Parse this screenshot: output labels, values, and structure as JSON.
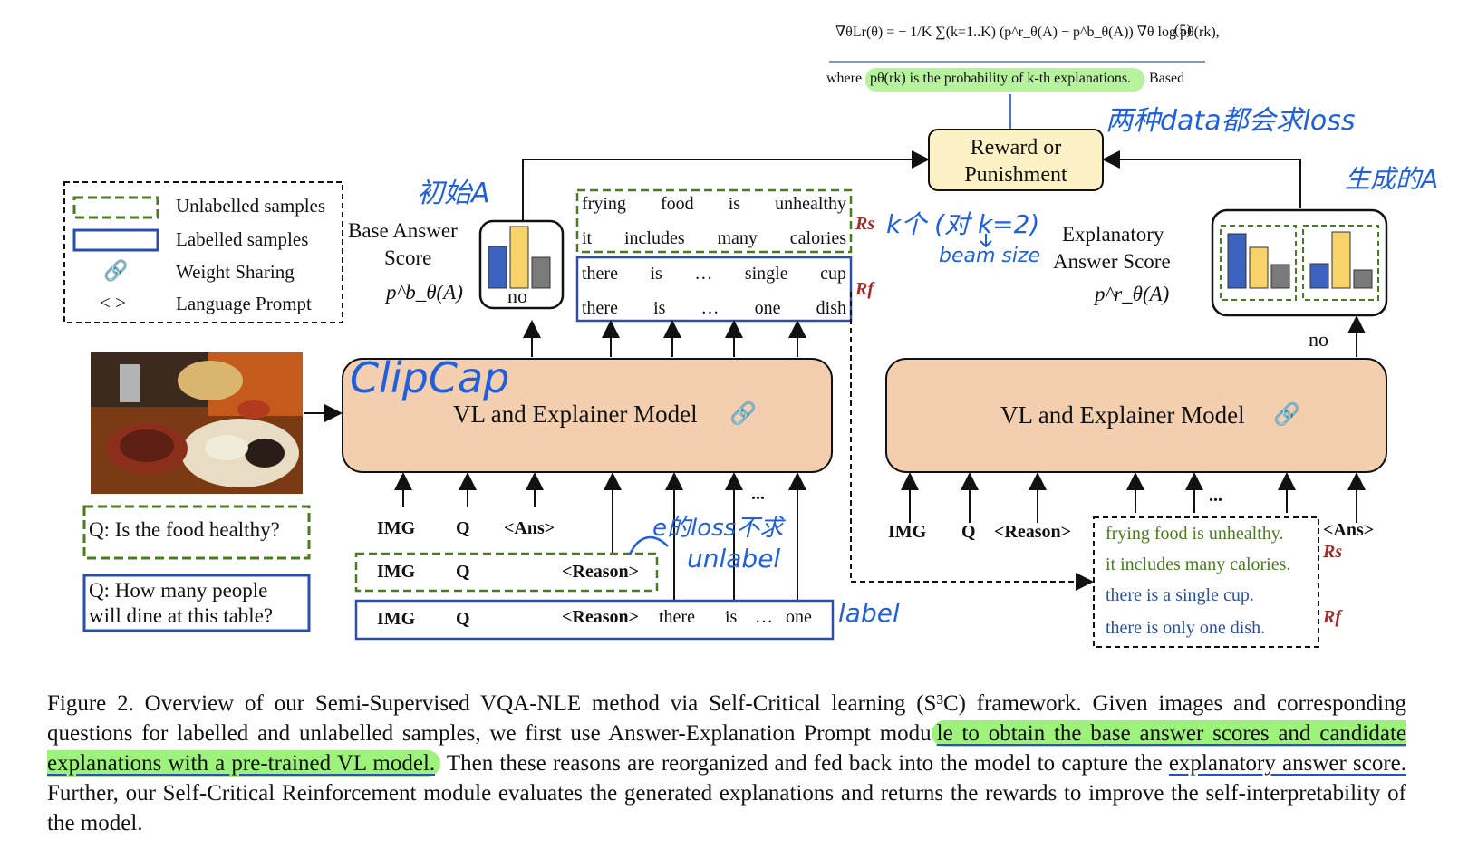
{
  "equation": {
    "formula": "∇θLr(θ) = − 1/K ∑(k=1..K) (p^r_θ(A) − p^b_θ(A)) ∇θ log pθ(rk),",
    "number": "(5)",
    "where_prefix": "where",
    "where_highlight": "pθ(rk) is the probability of k-th explanations.",
    "where_suffix": "Based"
  },
  "reward_box": {
    "line1": "Reward or",
    "line2": "Punishment"
  },
  "legend": {
    "unlabelled": "Unlabelled samples",
    "labelled": "Labelled samples",
    "weight_sharing": "Weight Sharing",
    "language_prompt_symbol": "< >",
    "language_prompt": "Language Prompt"
  },
  "base_score": {
    "line1": "Base Answer",
    "line2": "Score",
    "formula": "p^b_θ(A)",
    "bar_label": "no"
  },
  "explanations": {
    "unlabelled": [
      [
        "frying",
        "food",
        "is",
        "unhealthy"
      ],
      [
        "it",
        "includes",
        "many",
        "calories"
      ]
    ],
    "labelled": [
      [
        "there",
        "is",
        "…",
        "single",
        "cup"
      ],
      [
        "there",
        "is",
        "…",
        "one",
        "dish"
      ]
    ],
    "rs": "Rs",
    "rf": "Rf"
  },
  "explanatory_score": {
    "line1": "Explanatory",
    "line2": "Answer Score",
    "formula": "p^r_θ(A)",
    "no_label": "no"
  },
  "models": {
    "left": "VL and Explainer Model",
    "right": "VL and Explainer Model"
  },
  "left_inputs": {
    "img": "IMG",
    "q": "Q",
    "ans": "<Ans>",
    "dots": "...",
    "row_unlabelled": {
      "img": "IMG",
      "q": "Q",
      "reason": "<Reason>"
    },
    "row_labelled": {
      "img": "IMG",
      "q": "Q",
      "reason": "<Reason>",
      "there": "there",
      "is": "is",
      "ellipsis": "…",
      "one": "one"
    }
  },
  "questions": {
    "unlabelled": "Q: Is the food healthy?",
    "labelled_line1": "Q: How many people",
    "labelled_line2": "will dine at this table?"
  },
  "right_inputs": {
    "img": "IMG",
    "q": "Q",
    "reason": "<Reason>",
    "dots": "...",
    "ans": "<Ans>",
    "reasons": [
      "frying food is unhealthy.",
      "it includes many calories.",
      "there is a single cup.",
      "there is only one dish."
    ],
    "rs": "Rs",
    "rf": "Rf"
  },
  "handwriting": {
    "clipcap": "ClipCap",
    "initial_a": "初始A",
    "k_note": "k个 (对 k=2)",
    "beam_size": "beam size",
    "two_kinds": "两种data都会求loss",
    "generated_a": "生成的A",
    "e_note": "e的loss不求",
    "unlabel": "unlabel",
    "label": "label"
  },
  "caption": {
    "part1": "Figure 2.  Overview of our Semi-Supervised VQA-NLE method via Self-Critical learning (S³C) framework.  Given images and corresponding questions for labelled and unlabelled samples, we first use Answer-Explanation Prompt modu",
    "highlight": "le to obtain the base answer scores and candidate explanations with a pre-trained VL model.",
    "part2": " Then these reasons are reorganized and fed back into the model to capture the ",
    "underline": "explanatory answer score.",
    "part3": " Further, our Self-Critical Reinforcement module evaluates the generated explanations and returns the rewards to improve the self-interpretability of the model."
  },
  "colors": {
    "green_dash": "#4b7a1f",
    "blue_box": "#2b4fa8",
    "model_fill": "#f3cfb0",
    "reward_fill": "#fdf2c6",
    "bar_blue": "#3c63c0",
    "bar_yellow": "#f8d36a",
    "bar_gray": "#7a7a7a",
    "handwriting": "#1f5fe0",
    "highlight": "#9cf27a",
    "red_label": "#a52a2a"
  },
  "icons": [
    "chain-link-icon",
    "food-photo"
  ]
}
